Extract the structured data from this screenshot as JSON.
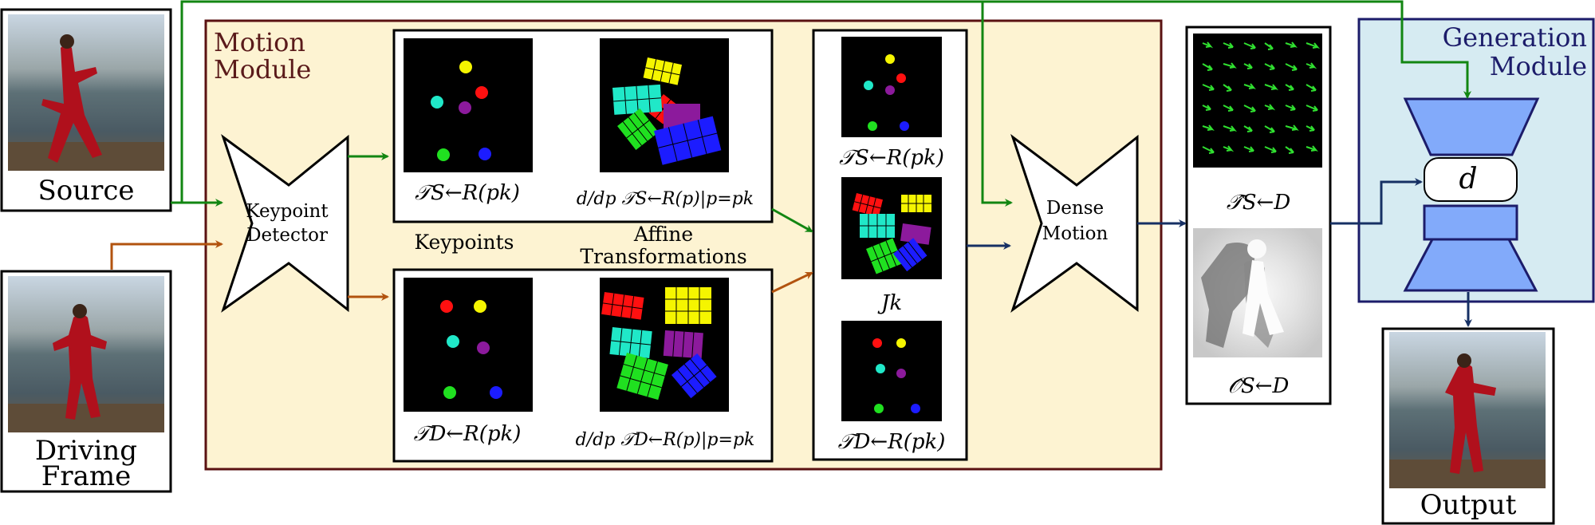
{
  "labels": {
    "source": "Source",
    "driving_line1": "Driving",
    "driving_line2": "Frame",
    "output": "Output",
    "motion_module_line1": "Motion",
    "motion_module_line2": "Module",
    "generation_module_line1": "Generation",
    "generation_module_line2": "Module",
    "keypoint_detector_line1": "Keypoint",
    "keypoint_detector_line2": "Detector",
    "dense_motion_line1": "Dense",
    "dense_motion_line2": "Motion",
    "keypoints": "Keypoints",
    "affine_line1": "Affine",
    "affine_line2": "Transformations",
    "d": "d"
  },
  "math": {
    "t_s_r": "𝒯S←R(pk)",
    "t_d_r": "𝒯D←R(pk)",
    "d_t_s_r": "d/dp 𝒯S←R(p)|p=pk",
    "d_t_d_r": "d/dp 𝒯D←R(p)|p=pk",
    "jk": "Jk",
    "t_hat_s_d": "𝒯̂S←D",
    "o_hat_s_d": "𝒪̂S←D"
  },
  "colors": {
    "motion_bg": "#fdf3d2",
    "motion_border": "#5a1212",
    "motion_text": "#5a1a1a",
    "generation_bg": "#d6ebf2",
    "generation_border": "#1c1c6a",
    "generation_text": "#1c1c6a",
    "arrow_green": "#128612",
    "arrow_orange": "#b2530f",
    "arrow_navy": "#163064",
    "decoder_fill": "#82aafa",
    "keypoint_yellow": "#f5f500",
    "keypoint_red": "#ff1010",
    "keypoint_purple": "#8c1a9c",
    "keypoint_cyan": "#20e8c8",
    "keypoint_green": "#20e020",
    "keypoint_blue": "#1c1cff"
  }
}
